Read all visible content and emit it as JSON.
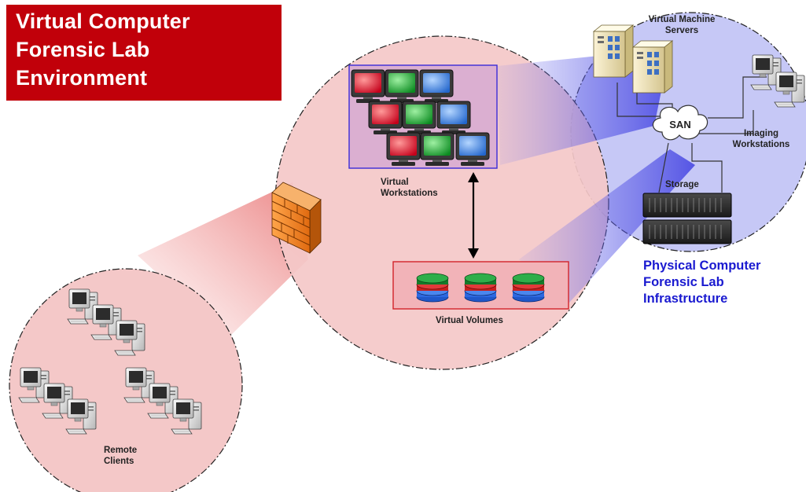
{
  "title": {
    "lines": [
      "Virtual Computer",
      "Forensic Lab",
      "Environment"
    ]
  },
  "labels": {
    "virtual_machine_servers": [
      "Virtual Machine",
      "Servers"
    ],
    "imaging_workstations": [
      "Imaging",
      "Workstations"
    ],
    "san": "SAN",
    "storage": "Storage",
    "virtual_workstations": [
      "Virtual",
      "Workstations"
    ],
    "virtual_volumes": "Virtual Volumes",
    "remote_clients": [
      "Remote",
      "Clients"
    ],
    "physical_infrastructure": [
      "Physical Computer",
      "Forensic Lab",
      "Infrastructure"
    ]
  },
  "colors": {
    "title_bg": "#c1000a",
    "lab_zone": "#f4c8c8",
    "physical_zone": "#c6c8f6",
    "physical_text": "#1a1ad0",
    "vm_colors": [
      "red",
      "green",
      "blue"
    ]
  }
}
